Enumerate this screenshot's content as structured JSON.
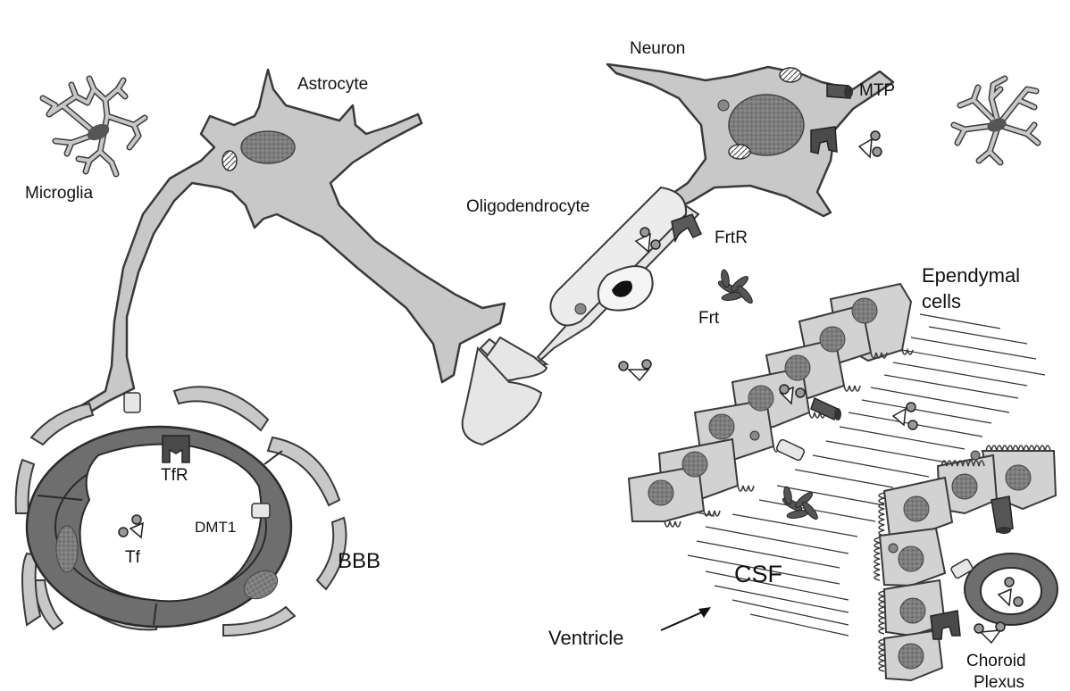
{
  "labels": {
    "neuron": "Neuron",
    "astrocyte": "Astrocyte",
    "microglia": "Microglia",
    "oligodendrocyte": "Oligodendrocyte",
    "mtp": "MTP",
    "frtr": "FrtR",
    "frt": "Frt",
    "ependymal_line1": "Ependymal",
    "ependymal_line2": "cells",
    "tfr": "TfR",
    "dmt1": "DMT1",
    "tf": "Tf",
    "bbb": "BBB",
    "csf": "CSF",
    "ventricle": "Ventricle",
    "choroid_line1": "Choroid",
    "choroid_line2": "Plexus"
  },
  "colors": {
    "cell_fill": "#c8c8c8",
    "cell_stroke": "#3a3a3a",
    "nucleus": "#7e7e7e",
    "vessel_wall": "#6e6e6e",
    "light_cell": "#ededed",
    "receptor": "#5a5a5a"
  }
}
